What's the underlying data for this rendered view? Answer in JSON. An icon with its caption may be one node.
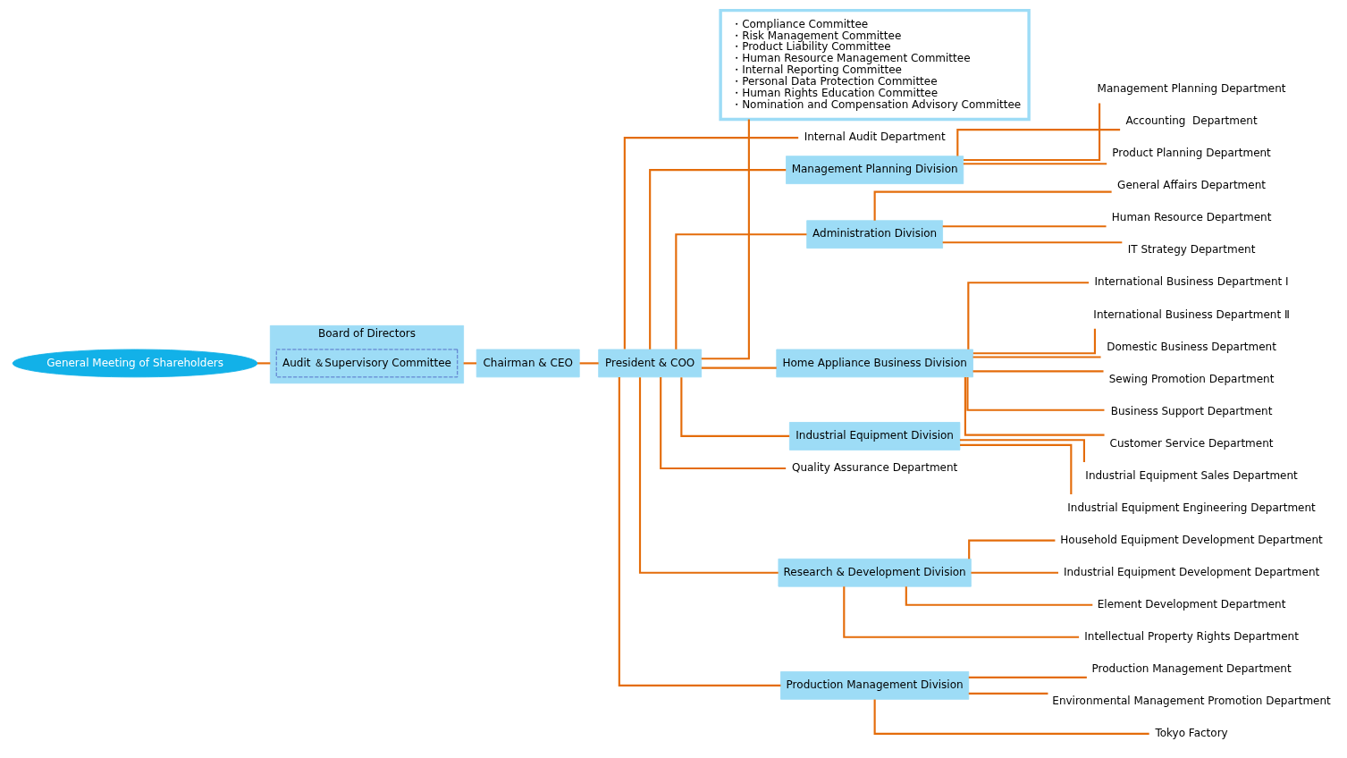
{
  "diagram": {
    "nodes": [
      {
        "text": [
          "General Meeting of Shareholders"
        ]
      },
      {
        "text": [
          "Board of Directors"
        ]
      },
      {
        "text": [
          "Audit ＆Supervisory Committee"
        ],
        "in": 1
      },
      {
        "text": [
          "Chairman & CEO"
        ]
      },
      {
        "text": [
          "President & COO"
        ]
      },
      {
        "text": [
          "・Compliance Committee",
          "・Risk Management Committee",
          "・Product Liability Committee",
          "・Human Resource Management Committee",
          "・Internal Reporting Committee",
          "・Personal Data Protection Committee",
          "・Human Rights Education Committee",
          "・Nomination and Compensation Advisory Committee"
        ]
      },
      {
        "text": [
          "Internal Audit Department"
        ]
      },
      {
        "text": [
          "Management Planning Division"
        ]
      },
      {
        "text": [
          "Management Planning Department"
        ]
      },
      {
        "text": [
          "Accounting  Department"
        ]
      },
      {
        "text": [
          "Product Planning Department"
        ]
      },
      {
        "text": [
          "Administration Division"
        ]
      },
      {
        "text": [
          "General Affairs Department"
        ]
      },
      {
        "text": [
          "Human Resource Department"
        ]
      },
      {
        "text": [
          "IT Strategy Department"
        ]
      },
      {
        "text": [
          "Home Appliance Business Division"
        ]
      },
      {
        "text": [
          "International Business Department Ⅰ"
        ]
      },
      {
        "text": [
          "International Business Department Ⅱ"
        ]
      },
      {
        "text": [
          "Domestic Business Department"
        ]
      },
      {
        "text": [
          "Sewing Promotion Department"
        ]
      },
      {
        "text": [
          "Business Support Department"
        ]
      },
      {
        "text": [
          "Customer Service Department"
        ]
      },
      {
        "text": [
          "Industrial Equipment Division"
        ]
      },
      {
        "text": [
          "Industrial Equipment Sales Department"
        ]
      },
      {
        "text": [
          "Industrial Equipment Engineering Department"
        ]
      },
      {
        "text": [
          "Quality Assurance Department"
        ]
      },
      {
        "text": [
          "Research & Development Division"
        ]
      },
      {
        "text": [
          "Household Equipment Development Department"
        ]
      },
      {
        "text": [
          "Industrial Equipment Development Department"
        ]
      },
      {
        "text": [
          "Element Development Department"
        ]
      },
      {
        "text": [
          "Intellectual Property Rights Department"
        ]
      },
      {
        "text": [
          "Production Management Division"
        ]
      },
      {
        "text": [
          "Production Management Department"
        ]
      },
      {
        "text": [
          "Environmental Management Promotion Department"
        ]
      },
      {
        "text": [
          "Tokyo Factory"
        ]
      }
    ],
    "edges": [
      {
        "from": 0,
        "to": 1,
        "arrow": "none"
      },
      {
        "from": 1,
        "to": 3,
        "arrow": "none"
      },
      {
        "from": 3,
        "to": 4,
        "arrow": "none"
      },
      {
        "from": 4,
        "to": 5,
        "arrow": "none"
      },
      {
        "from": 4,
        "to": 6,
        "arrow": "none"
      },
      {
        "from": 4,
        "to": 7,
        "arrow": "none"
      },
      {
        "from": 7,
        "to": 8,
        "arrow": "none"
      },
      {
        "from": 7,
        "to": 9,
        "arrow": "none"
      },
      {
        "from": 7,
        "to": 10,
        "arrow": "none"
      },
      {
        "from": 4,
        "to": 11,
        "arrow": "none"
      },
      {
        "from": 11,
        "to": 12,
        "arrow": "none"
      },
      {
        "from": 11,
        "to": 13,
        "arrow": "none"
      },
      {
        "from": 11,
        "to": 14,
        "arrow": "none"
      },
      {
        "from": 4,
        "to": 15,
        "arrow": "none"
      },
      {
        "from": 15,
        "to": 16,
        "arrow": "none"
      },
      {
        "from": 15,
        "to": 17,
        "arrow": "none"
      },
      {
        "from": 15,
        "to": 18,
        "arrow": "none"
      },
      {
        "from": 15,
        "to": 19,
        "arrow": "none"
      },
      {
        "from": 15,
        "to": 20,
        "arrow": "none"
      },
      {
        "from": 15,
        "to": 21,
        "arrow": "none"
      },
      {
        "from": 4,
        "to": 22,
        "arrow": "none"
      },
      {
        "from": 22,
        "to": 23,
        "arrow": "none"
      },
      {
        "from": 22,
        "to": 24,
        "arrow": "none"
      },
      {
        "from": 4,
        "to": 25,
        "arrow": "none"
      },
      {
        "from": 4,
        "to": 26,
        "arrow": "none"
      },
      {
        "from": 26,
        "to": 27,
        "arrow": "none"
      },
      {
        "from": 26,
        "to": 28,
        "arrow": "none"
      },
      {
        "from": 26,
        "to": 29,
        "arrow": "none"
      },
      {
        "from": 26,
        "to": 30,
        "arrow": "none"
      },
      {
        "from": 4,
        "to": 31,
        "arrow": "none"
      },
      {
        "from": 31,
        "to": 32,
        "arrow": "none"
      },
      {
        "from": 31,
        "to": 33,
        "arrow": "none"
      },
      {
        "from": 31,
        "to": 34,
        "arrow": "none"
      }
    ]
  }
}
